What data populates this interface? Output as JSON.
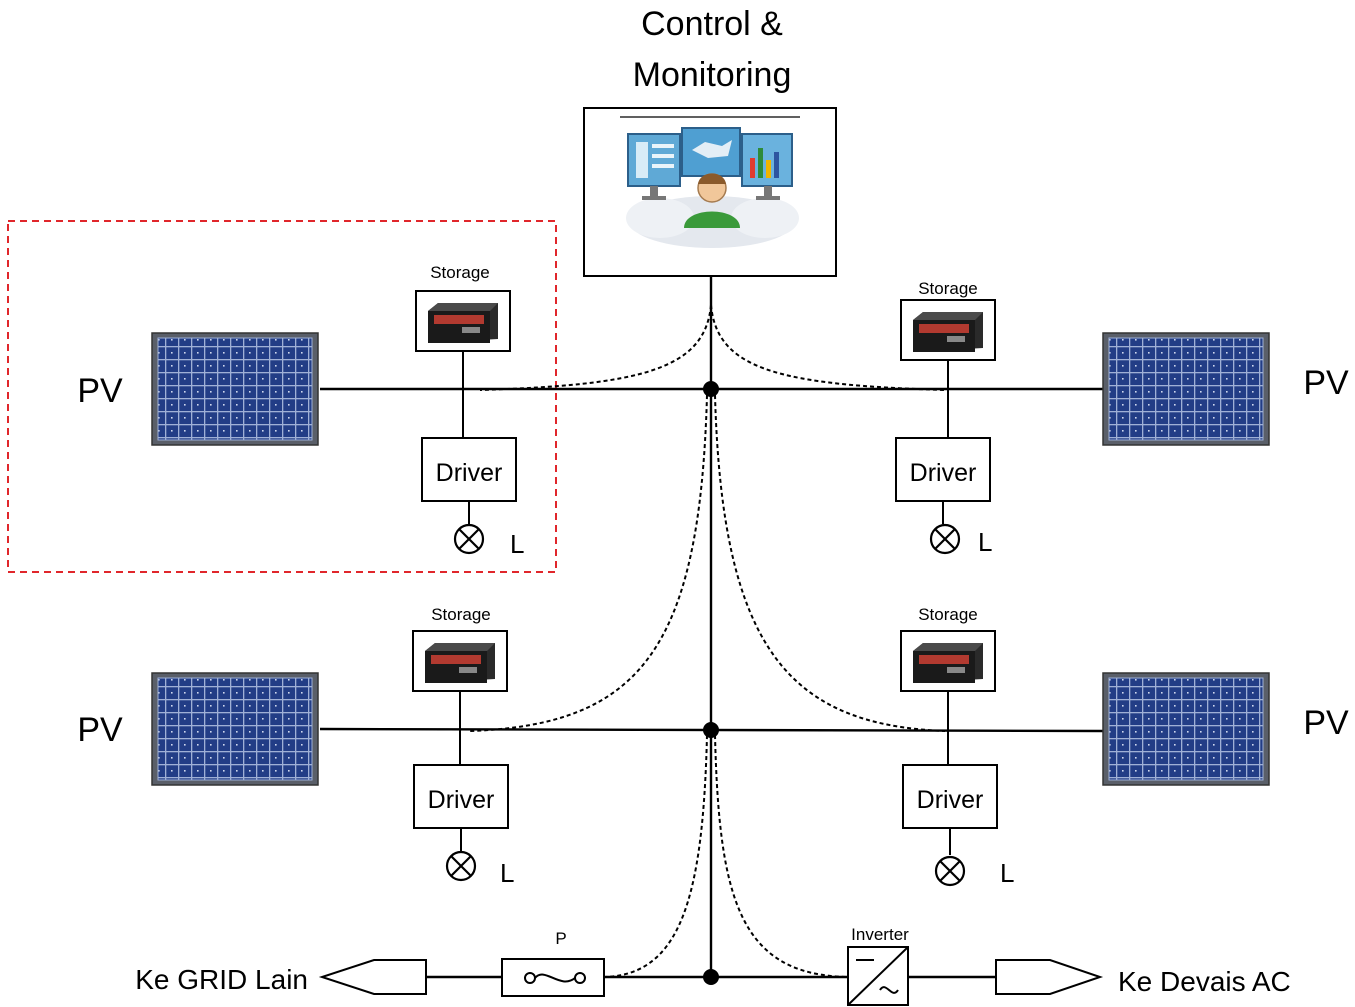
{
  "control": {
    "title_line1": "Control &",
    "title_line2": "Monitoring"
  },
  "labels": {
    "pv": "PV",
    "storage": "Storage",
    "driver": "Driver",
    "lamp": "L",
    "protection": "P",
    "inverter": "Inverter",
    "grid": "Ke GRID Lain",
    "ac_devices": "Ke Devais AC"
  },
  "colors": {
    "highlight_border": "#e0262b",
    "panel_blue": "#1c3578",
    "battery_red": "#c0392b"
  },
  "icons": [
    "monitoring-operator-icon",
    "solar-panel-icon",
    "battery-icon",
    "lamp-icon",
    "fuse-icon",
    "inverter-icon",
    "arrow-left-icon",
    "arrow-right-icon"
  ]
}
